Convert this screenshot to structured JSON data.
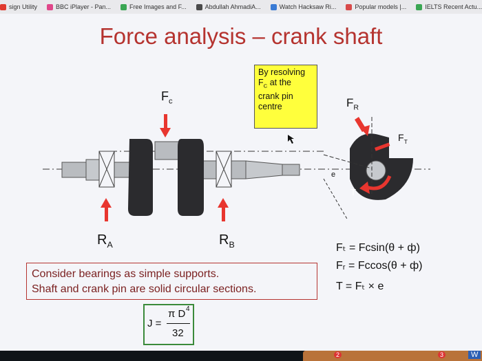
{
  "bookmarks": [
    {
      "label": "sign Utility",
      "color": "#e03a2f",
      "icon": "bookmark-icon"
    },
    {
      "label": "BBC iPlayer - Pan...",
      "color": "#e0468a",
      "icon": "play-icon"
    },
    {
      "label": "Free Images and F...",
      "color": "#3aa653",
      "icon": "leaf-icon"
    },
    {
      "label": "Abdullah AhmadiA...",
      "color": "#4a4a4a",
      "icon": "page-icon"
    },
    {
      "label": "Watch Hacksaw Ri...",
      "color": "#3a7bd5",
      "icon": "globe-icon"
    },
    {
      "label": "Popular models |...",
      "color": "#d84a4a",
      "icon": "star-icon"
    },
    {
      "label": "IELTS Recent Actu...",
      "color": "#3aa653",
      "icon": "book-icon"
    }
  ],
  "slide": {
    "title": "Force analysis – crank shaft",
    "callout": {
      "line1": "By resolving",
      "line2_pre": "F",
      "line2_sub": "C",
      "line2_post": " at the",
      "line3": "crank pin",
      "line4": "centre"
    },
    "labels": {
      "fc": "F",
      "fc_sub": "c",
      "fr": "F",
      "fr_sub": "R",
      "ft": "F",
      "ft_sub": "T",
      "ra": "R",
      "ra_sub": "A",
      "rb": "R",
      "rb_sub": "B",
      "torque": "T",
      "theta": "e"
    },
    "note": {
      "line1": "Consider bearings as simple supports.",
      "line2": "Shaft and crank pin are solid circular sections."
    },
    "equations": [
      "Fₜ = Fᴄsin(θ + ф)",
      "Fᵣ = Fᴄcos(θ + ф)",
      "T = Fₜ × e"
    ],
    "formula": {
      "lhs": "J =",
      "numerator": "π D",
      "exponent": "4",
      "denominator": "32"
    }
  },
  "taskbar": {
    "badges": [
      "2",
      "3"
    ],
    "end_label": "W"
  },
  "colors": {
    "accent": "#b5332f",
    "arrow": "#e8362f",
    "crank": "#2b2b2e",
    "shaft": "#b9bcc0",
    "callout": "#ffff3c",
    "formula_border": "#3a8a3a"
  }
}
